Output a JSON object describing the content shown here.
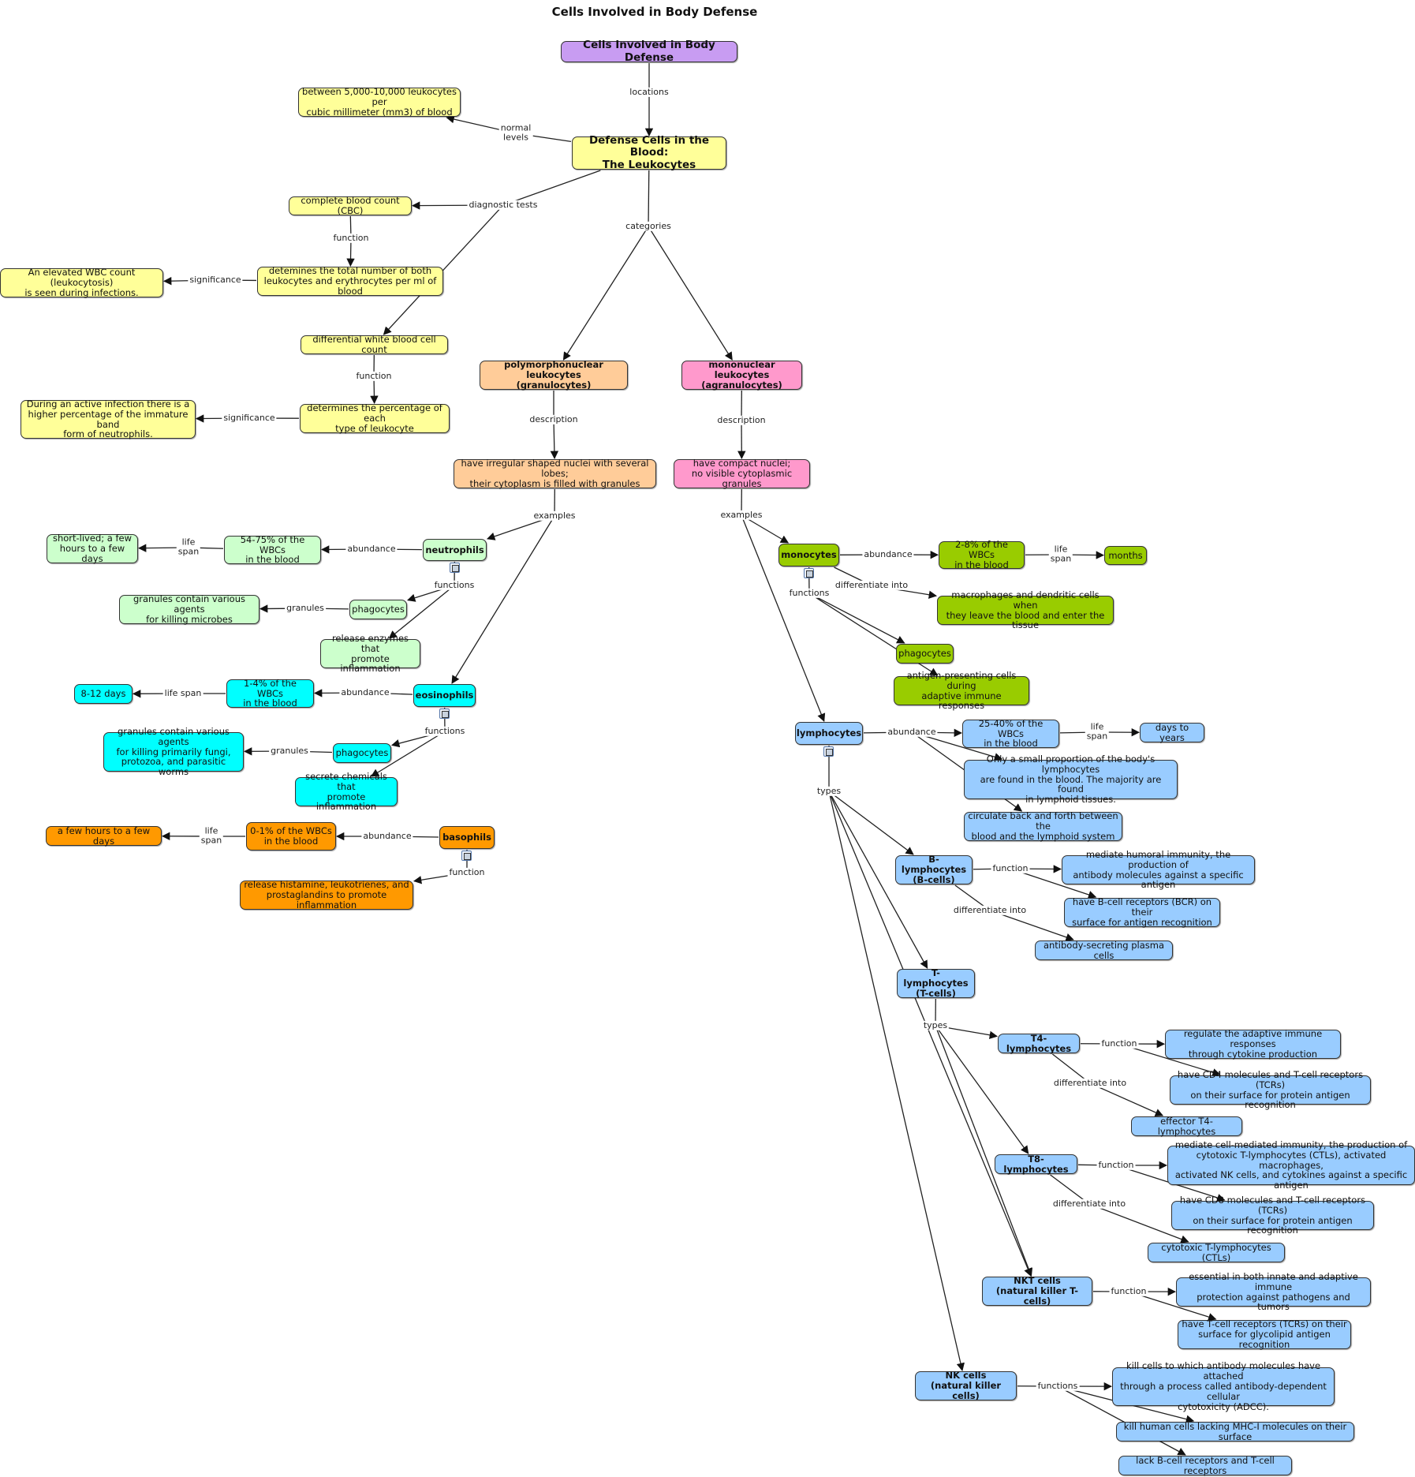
{
  "title": "Cells Involved in Body Defense",
  "colors": {
    "purple": "#c89cf2",
    "yellow": "#ffff99",
    "peach": "#ffcc99",
    "pink": "#ff99cc",
    "neutro": "#ccffcc",
    "cyan": "#00ffff",
    "orange": "#ff9900",
    "olive": "#99cc00",
    "blue": "#99ccff"
  },
  "nodes": {
    "root": "Cells Involved in Body Defense",
    "leukocytes": "Defense Cells in the Blood:\nThe Leukocytes",
    "normal": "between 5,000-10,000 leukocytes per\ncubic millimeter (mm3) of blood",
    "cbc": "complete blood count (CBC)",
    "cbc_func": "detemines the total number of both\nleukocytes and erythrocytes per ml of blood",
    "elevated": "An elevated WBC count (leukocytosis)\nis seen during infections.",
    "diff": "differential white blood cell count",
    "diff_func": "determines the percentage of each\ntype of leukocyte",
    "band": "During an active infection there is a\nhigher percentage of the immature band\nform of neutrophils.",
    "poly": "polymorphonuclear leukocytes\n(granulocytes)",
    "poly_desc": "have irregular shaped nuclei with several lobes;\ntheir cytoplasm is filled with granules",
    "mono": "mononuclear leukocytes\n(agranulocytes)",
    "mono_desc": "have compact nuclei;\nno visible cytoplasmic granules",
    "neutrophils": "neutrophils",
    "n_abund": "54-75% of the WBCs\nin the blood",
    "n_life": "short-lived; a few\nhours to a few days",
    "n_phago": "phagocytes",
    "n_gran": "granules contain various agents\nfor killing microbes",
    "n_enz": "release enzymes that\npromote inflammation",
    "eosinophils": "eosinophils",
    "e_abund": "1-4% of the WBCs\nin the blood",
    "e_life": "8-12 days",
    "e_phago": "phagocytes",
    "e_gran": "granules contain various agents\nfor killing primarily fungi,\nprotozoa, and parasitic worms",
    "e_chem": "secrete chemicals that\npromote inflammation",
    "basophils": "basophils",
    "b_abund": "0-1% of the WBCs\nin the blood",
    "b_life": "a few hours to a few days",
    "b_func": "release histamine, leukotrienes, and\nprostaglandins to promote inflammation",
    "monocytes": "monocytes",
    "m_abund": "2-8% of the WBCs\nin the blood",
    "m_life": "months",
    "m_macro": "macrophages and dendritic cells when\nthey leave the blood and enter the tissue",
    "m_phago": "phagocytes",
    "m_apc": "antigen-presenting cells during\nadaptive immune responses",
    "lymphocytes": "lymphocytes",
    "l_abund": "25-40% of the WBCs\nin the blood",
    "l_life": "days to years",
    "l_small": "Only a small proportion of the body's lymphocytes\nare found in the blood. The majority are found\nin lymphoid tissues.",
    "l_circ": "circulate back and forth between the\nblood and the lymphoid system",
    "bcells": "B-lymphocytes\n(B-cells)",
    "b_hum": "mediate humoral immunity, the production of\nantibody molecules against a specific antigen",
    "b_bcr": "have B-cell receptors (BCR) on their\nsurface for antigen recognition",
    "b_plasma": "antibody-secreting plasma cells",
    "tcells": "T-lymphocytes\n(T-cells)",
    "t4": "T4-lymphocytes",
    "t4_reg": "regulate the adaptive immune responses\nthrough cytokine production",
    "t4_cd4": "have CD4 molecules and T-cell receptors (TCRs)\non their surface for protein antigen recognition",
    "t4_eff": "effector T4-lymphocytes",
    "t8": "T8-lymphocytes",
    "t8_med": "mediate cell-mediated immunity, the production of\ncytotoxic T-lymphocytes (CTLs), activated macrophages,\nactivated NK cells, and cytokines against a specific antigen",
    "t8_cd8": "have CD8 molecules and T-cell receptors (TCRs)\non their surface for protein antigen recognition",
    "t8_ctl": "cytotoxic T-lymphocytes (CTLs)",
    "nkt": "NKT cells\n(natural killer T-cells)",
    "nkt_ess": "essential in both innate and adaptive immune\nprotection against pathogens and tumors",
    "nkt_tcr": "have T-cell receptors (TCRs) on their\nsurface for glycolipid antigen recognition",
    "nk": "NK cells\n(natural killer cells)",
    "nk_adcc": "kill cells to which antibody molecules have attached\nthrough a process called antibody-dependent cellular\ncytotoxicity (ADCC).",
    "nk_mhc": "kill human cells lacking MHC-I molecules on their surface",
    "nk_lack": "lack B-cell receptors and T-cell receptors"
  },
  "labels": {
    "locations": "locations",
    "normal_levels": "normal\nlevels",
    "diagnostic_tests": "diagnostic tests",
    "function": "function",
    "functions": "functions",
    "significance": "significance",
    "categories": "categories",
    "description": "description",
    "examples": "examples",
    "abundance": "abundance",
    "life_span": "life\nspan",
    "life_span_inline": "life span",
    "granules": "granules",
    "differentiate_into": "differentiate into",
    "types": "types"
  }
}
